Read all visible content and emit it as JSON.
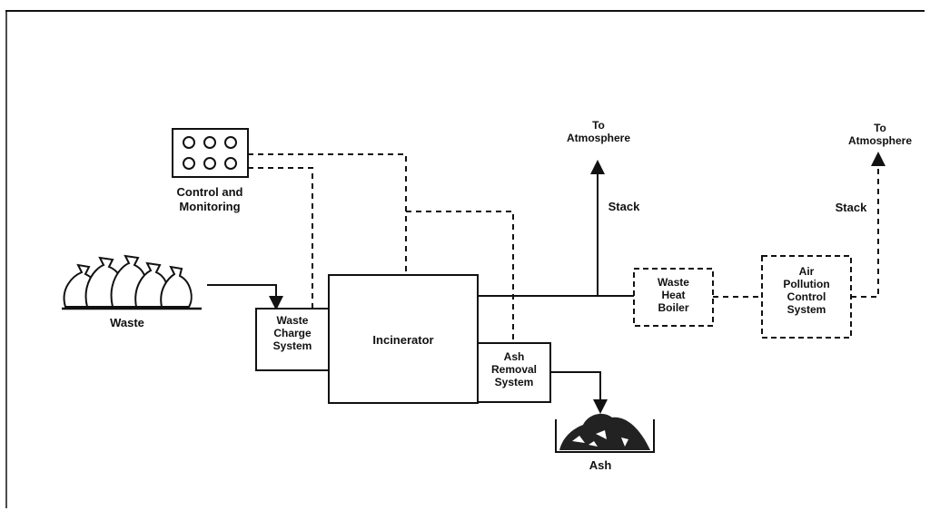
{
  "labels": {
    "control_line1": "Control and",
    "control_line2": "Monitoring",
    "waste": "Waste",
    "charge_line1": "Waste",
    "charge_line2": "Charge",
    "charge_line3": "System",
    "incinerator": "Incinerator",
    "ash_removal_line1": "Ash",
    "ash_removal_line2": "Removal",
    "ash_removal_line3": "System",
    "ash": "Ash",
    "to_atm1_line1": "To",
    "to_atm1_line2": "Atmosphere",
    "stack1": "Stack",
    "boiler_line1": "Waste",
    "boiler_line2": "Heat",
    "boiler_line3": "Boiler",
    "apc_line1": "Air",
    "apc_line2": "Pollution",
    "apc_line3": "Control",
    "apc_line4": "System",
    "to_atm2_line1": "To",
    "to_atm2_line2": "Atmosphere",
    "stack2": "Stack"
  },
  "colors": {
    "ink": "#111111",
    "background": "#ffffff"
  },
  "icons": {
    "control_panel": "control-panel-icon",
    "waste_bags": "waste-bags-icon",
    "ash_pile": "ash-pile-icon"
  }
}
